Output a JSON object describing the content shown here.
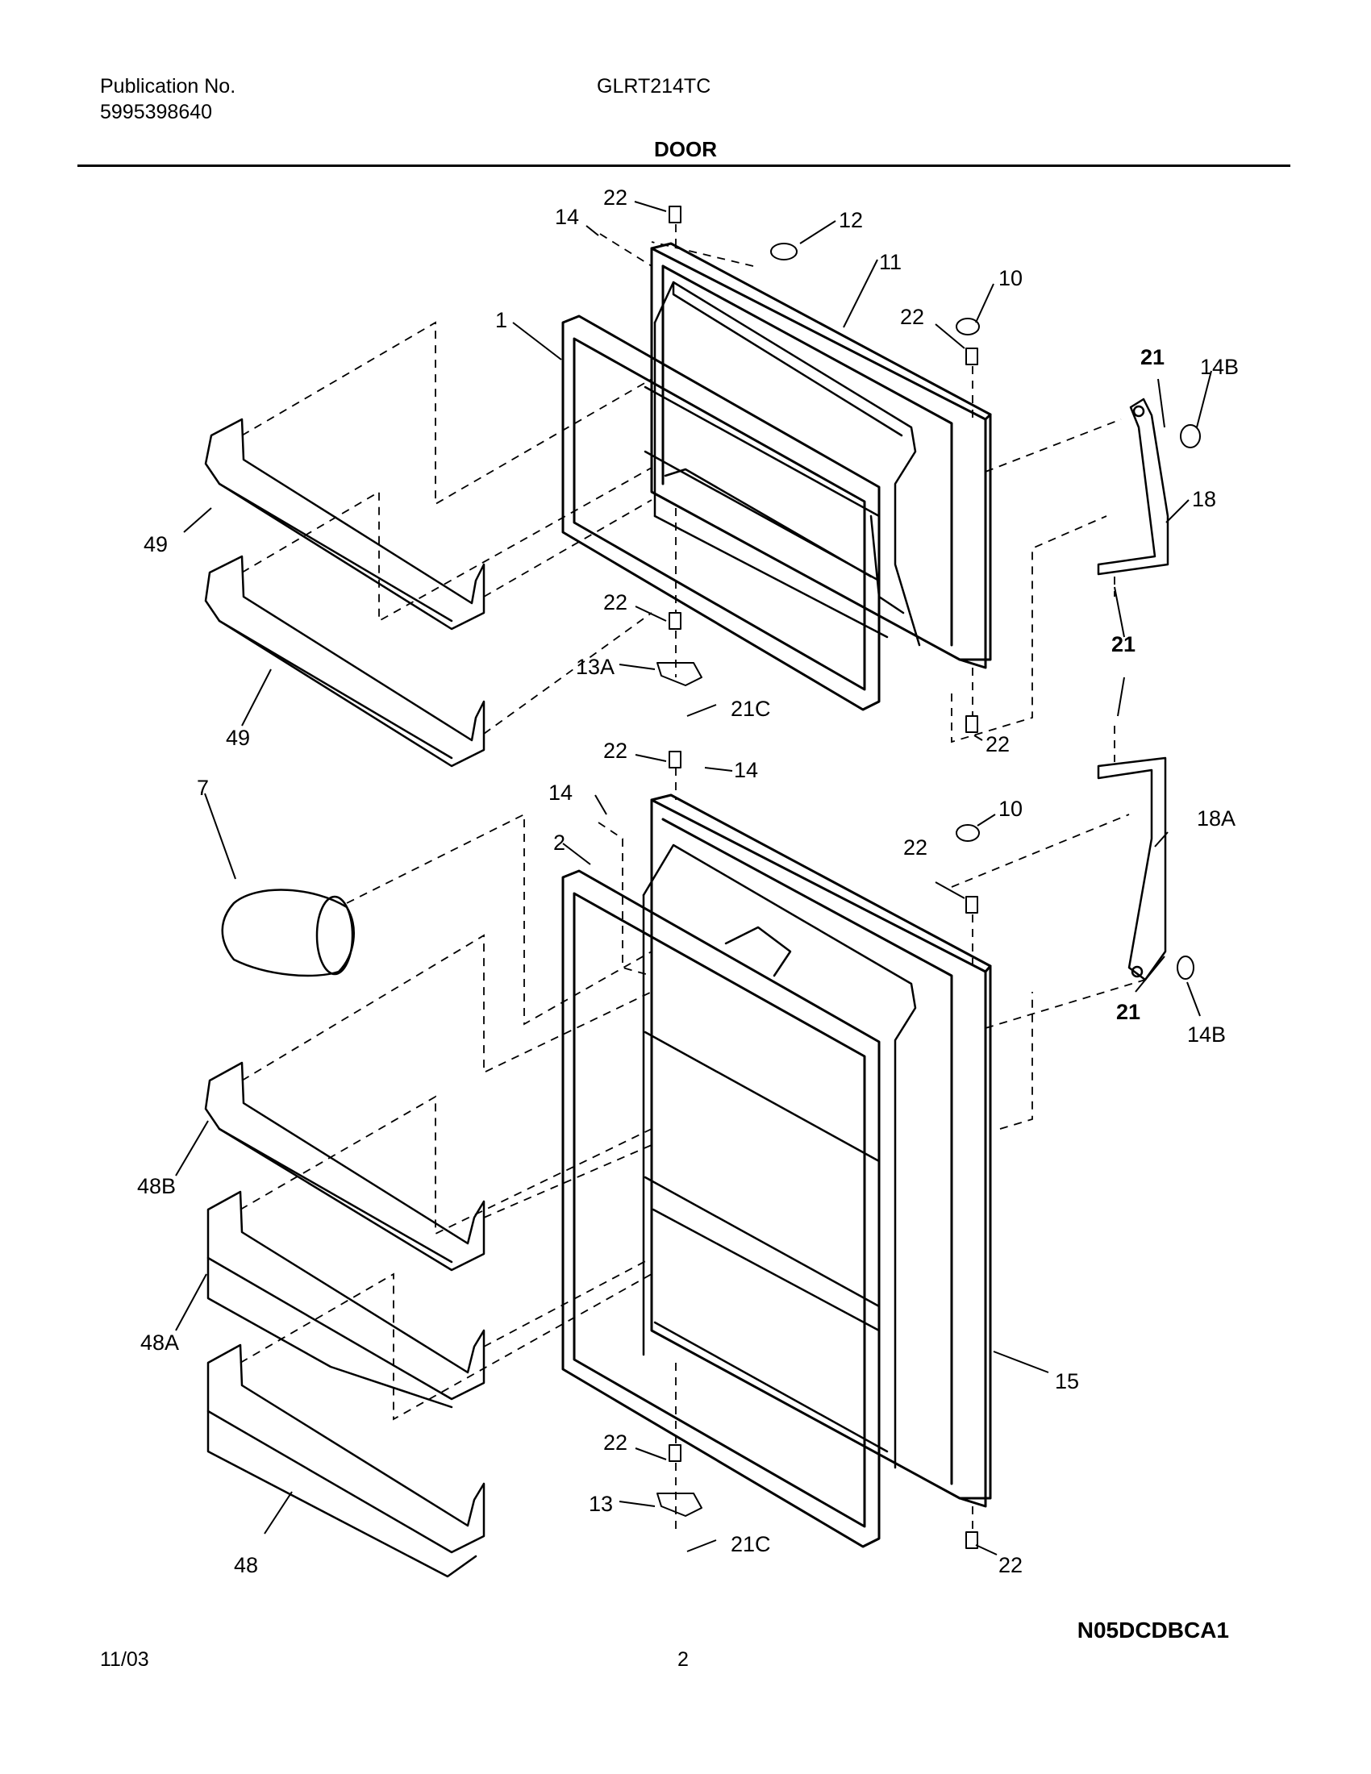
{
  "header": {
    "publication_label": "Publication No.",
    "publication_number": "5995398640",
    "model": "GLRT214TC",
    "section": "DOOR"
  },
  "callouts": {
    "c22_top": "22",
    "c14_top": "14",
    "c12": "12",
    "c11": "11",
    "c10_top": "10",
    "c22_hinge_top": "22",
    "c1": "1",
    "c21_top": "21",
    "c14b_top": "14B",
    "c18": "18",
    "c49_top": "49",
    "c22_mid": "22",
    "c13a": "13A",
    "c21c_top": "21C",
    "c21_mid": "21",
    "c49_bottom": "49",
    "c22_bottom_right_top": "22",
    "c22_lower_top": "22",
    "c14_lower_a": "14",
    "c7": "7",
    "c14_lower_b": "14",
    "c10_lower": "10",
    "c2": "2",
    "c22_lower_hinge": "22",
    "c18a": "18A",
    "c21_lower": "21",
    "c14b_lower": "14B",
    "c48b": "48B",
    "c48a": "48A",
    "c15": "15",
    "c22_lower_bottom": "22",
    "c13": "13",
    "c21c_lower": "21C",
    "c48": "48",
    "c22_lower_right_bottom": "22"
  },
  "footer": {
    "drawing_code": "N05DCDBCA1",
    "date": "11/03",
    "page_number": "2"
  }
}
